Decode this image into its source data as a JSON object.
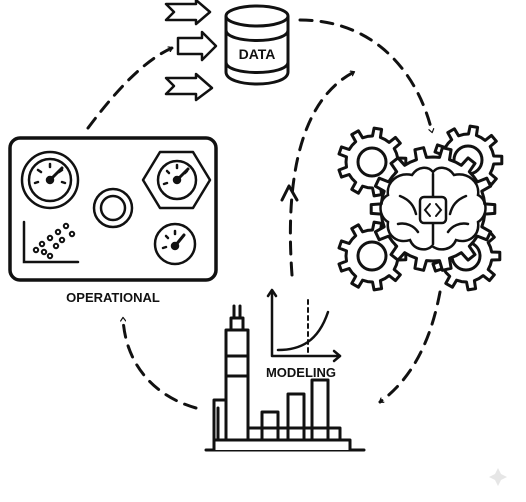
{
  "diagram": {
    "labels": {
      "data": "DATA",
      "operational": "OPERATIONAL",
      "modeling": "MODELING"
    },
    "nodes": [
      {
        "id": "data",
        "icon": "database-icon"
      },
      {
        "id": "ai",
        "icon": "brain-gears-icon"
      },
      {
        "id": "modeling",
        "icon": "plant-chart-icon"
      },
      {
        "id": "operational",
        "icon": "control-panel-icon"
      }
    ],
    "colors": {
      "stroke": "#111111",
      "background": "#ffffff"
    }
  }
}
